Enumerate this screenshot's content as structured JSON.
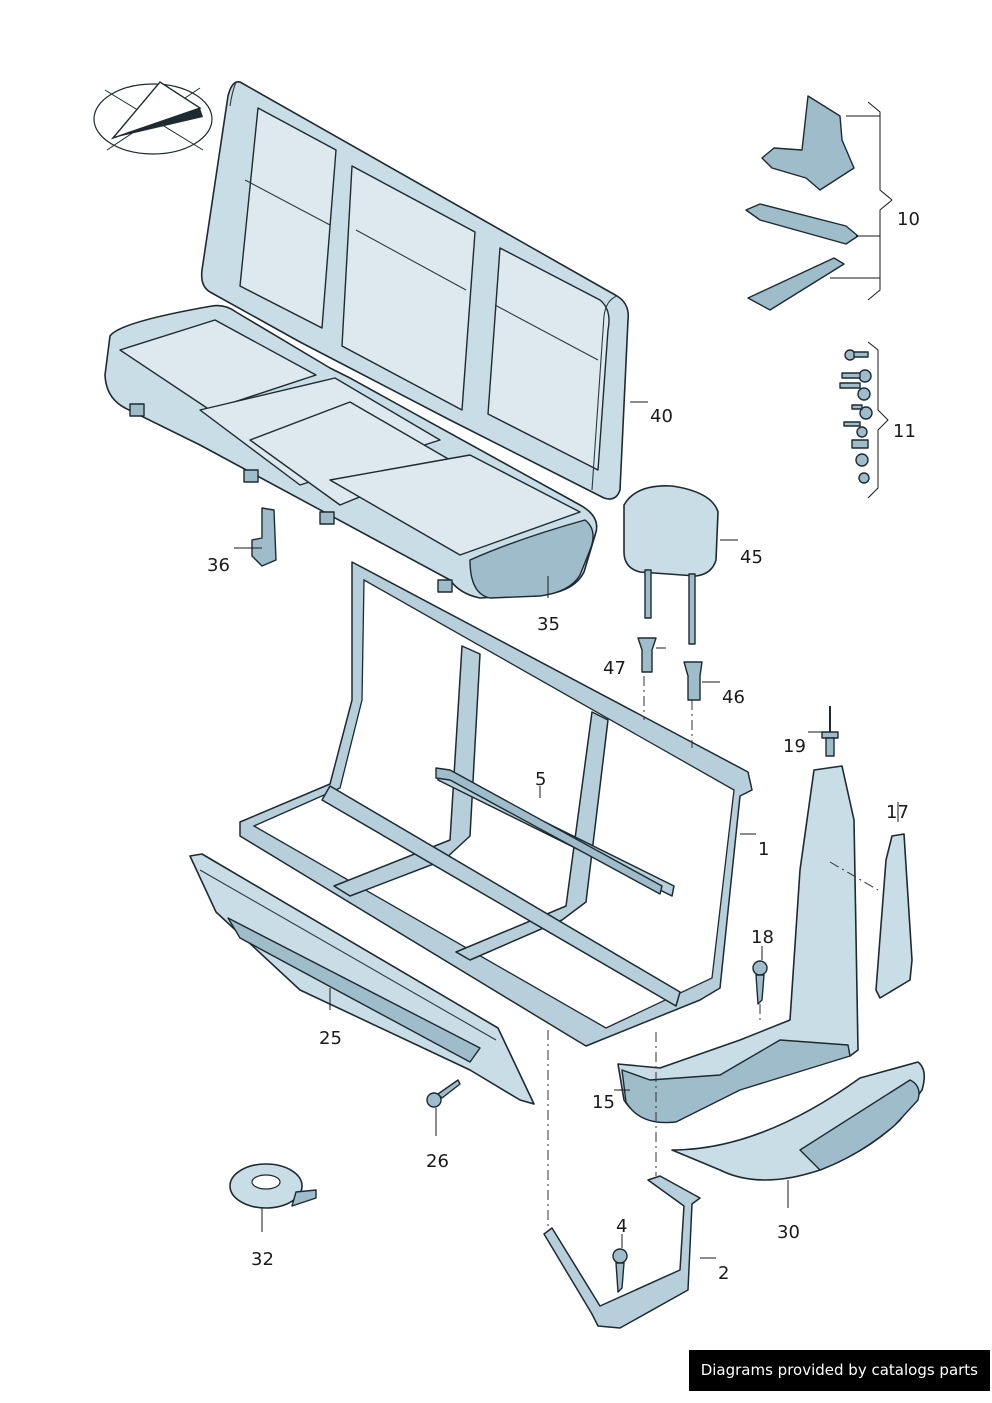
{
  "footer": {
    "text": "Diagrams provided by catalogs parts"
  },
  "labels": {
    "p1": "1",
    "p2": "2",
    "p4": "4",
    "p5": "5",
    "p10": "10",
    "p11": "11",
    "p15": "15",
    "p17": "17",
    "p18": "18",
    "p19": "19",
    "p25": "25",
    "p26": "26",
    "p30": "30",
    "p32": "32",
    "p35": "35",
    "p36": "36",
    "p40": "40",
    "p45": "45",
    "p46": "46",
    "p47": "47"
  },
  "colors": {
    "part_fill": "#c9dde6",
    "part_outline": "#1d2a30",
    "footer_bg": "#000000"
  },
  "icons": {
    "orientation": "orientation-arrow-icon"
  }
}
